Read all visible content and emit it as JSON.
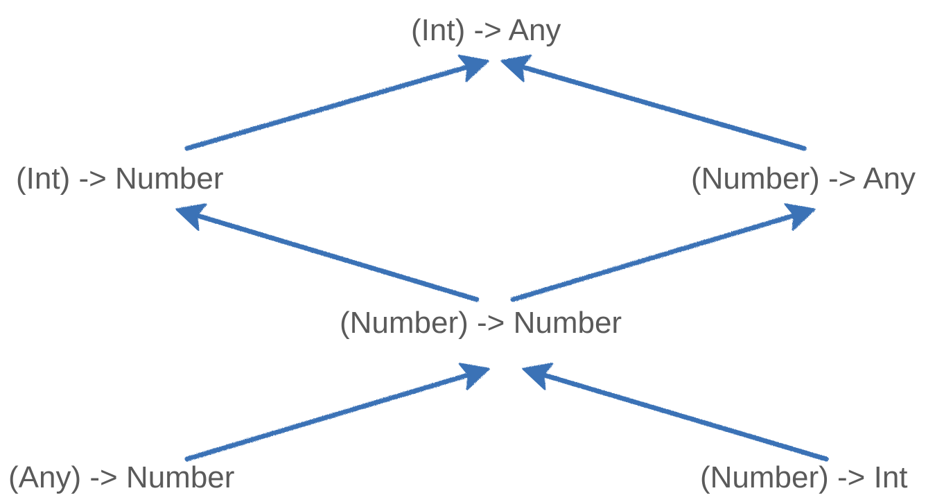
{
  "diagram": {
    "nodes": [
      {
        "id": "top",
        "label": "(Int) -> Any"
      },
      {
        "id": "mid_left",
        "label": "(Int) -> Number"
      },
      {
        "id": "mid_right",
        "label": "(Number) -> Any"
      },
      {
        "id": "center",
        "label": "(Number) -> Number"
      },
      {
        "id": "bot_left",
        "label": "(Any) -> Number"
      },
      {
        "id": "bot_right",
        "label": "(Number) -> Int"
      }
    ],
    "edges": [
      {
        "from": "mid_left",
        "to": "top"
      },
      {
        "from": "mid_right",
        "to": "top"
      },
      {
        "from": "center",
        "to": "mid_left"
      },
      {
        "from": "center",
        "to": "mid_right"
      },
      {
        "from": "bot_left",
        "to": "center"
      },
      {
        "from": "bot_right",
        "to": "center"
      }
    ],
    "colors": {
      "arrow": "#3a72b6",
      "text": "#5a5a5a",
      "background": "#ffffff"
    }
  }
}
